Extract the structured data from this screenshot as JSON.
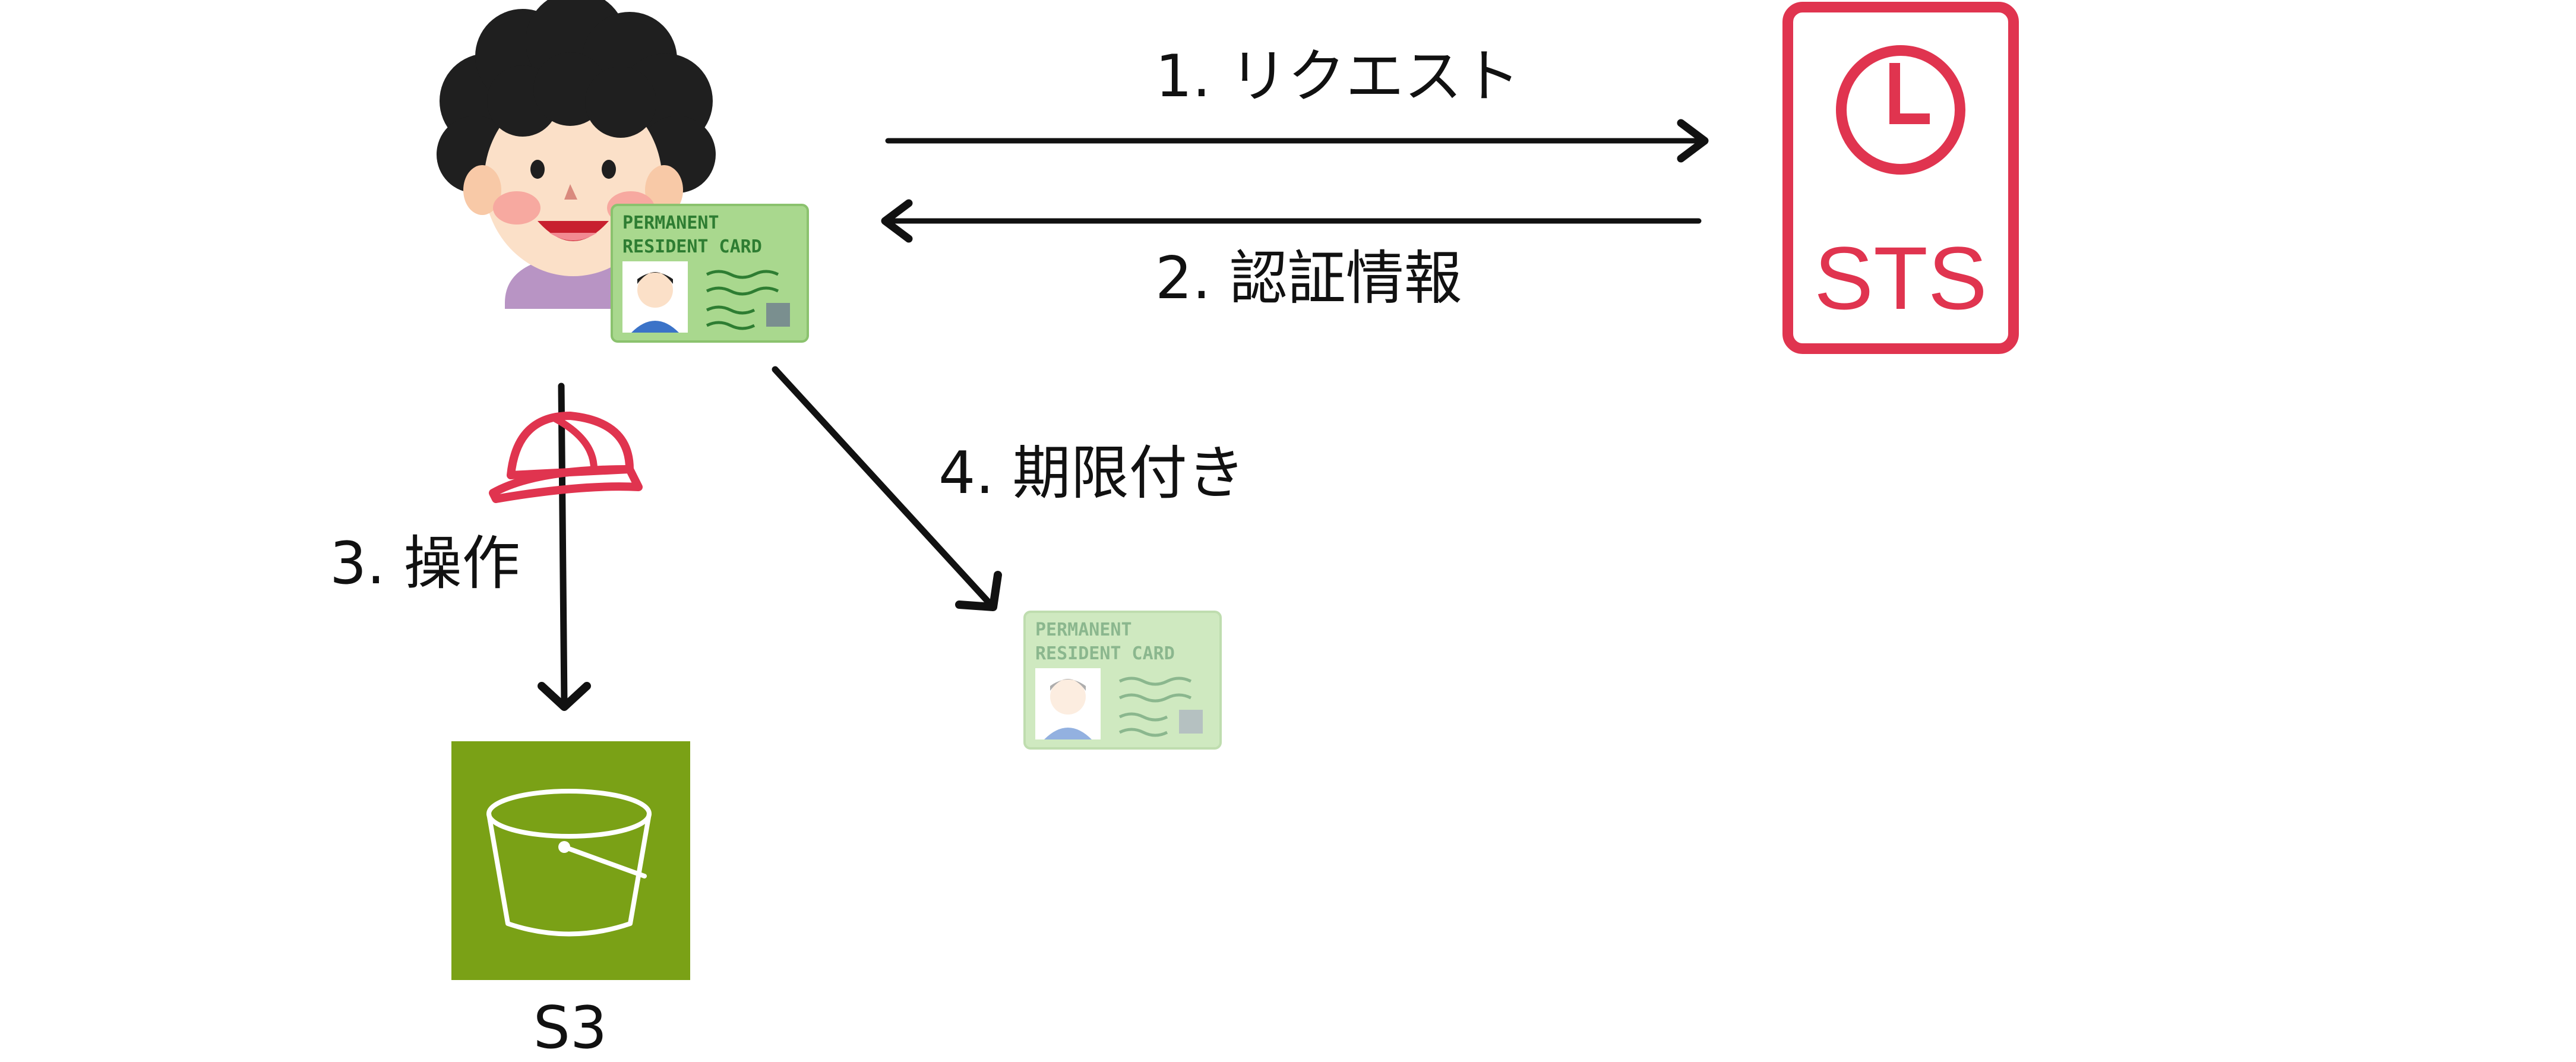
{
  "diagram": {
    "labels": {
      "request": "1. リクエスト",
      "credentials": "2. 認証情報",
      "operate": "3. 操作",
      "expiry": "4. 期限付き",
      "s3": "S3"
    },
    "sts": {
      "label": "STS",
      "icon": "clock-icon",
      "color": "#e0344f"
    },
    "card": {
      "line1": "PERMANENT",
      "line2": "RESIDENT CARD"
    },
    "s3": {
      "icon": "bucket-icon",
      "color": "#7aa116"
    },
    "helmet_color": "#e0344f",
    "arrow_color": "#111111"
  }
}
